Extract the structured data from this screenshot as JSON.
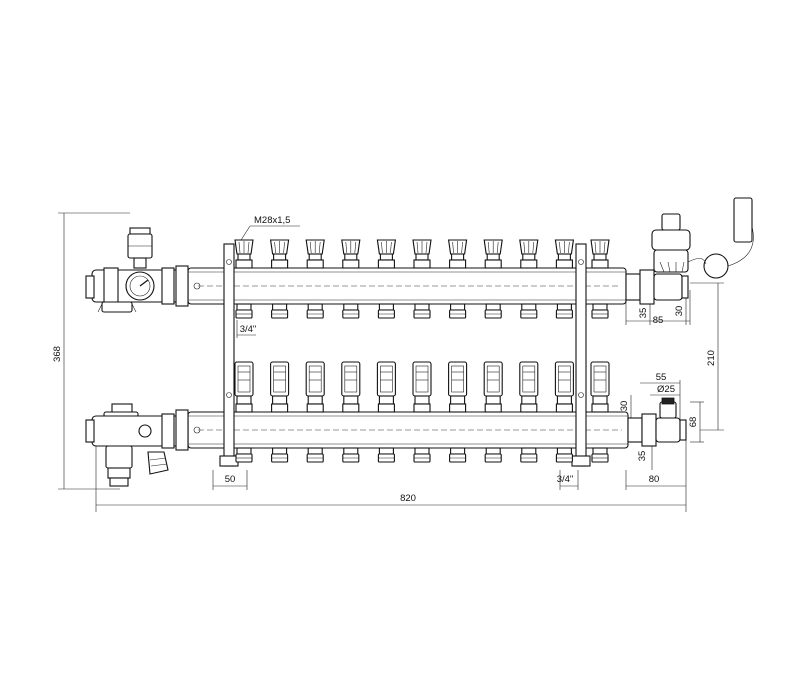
{
  "labels": {
    "thread": "M28x1,5",
    "pipe_top": "3/4\"",
    "pipe_bottom": "3/4\"",
    "diameter": "Ø25"
  },
  "dimensions": {
    "overall_width": "820",
    "overall_height": "368",
    "left_offset": "50",
    "header_spacing": "210",
    "top_right_35": "35",
    "top_right_85": "85",
    "top_right_30": "30",
    "bot_right_55": "55",
    "bot_right_30": "30",
    "bot_right_68": "68",
    "bot_right_35": "35",
    "bot_right_80": "80"
  },
  "manifold": {
    "outlets": 11
  }
}
